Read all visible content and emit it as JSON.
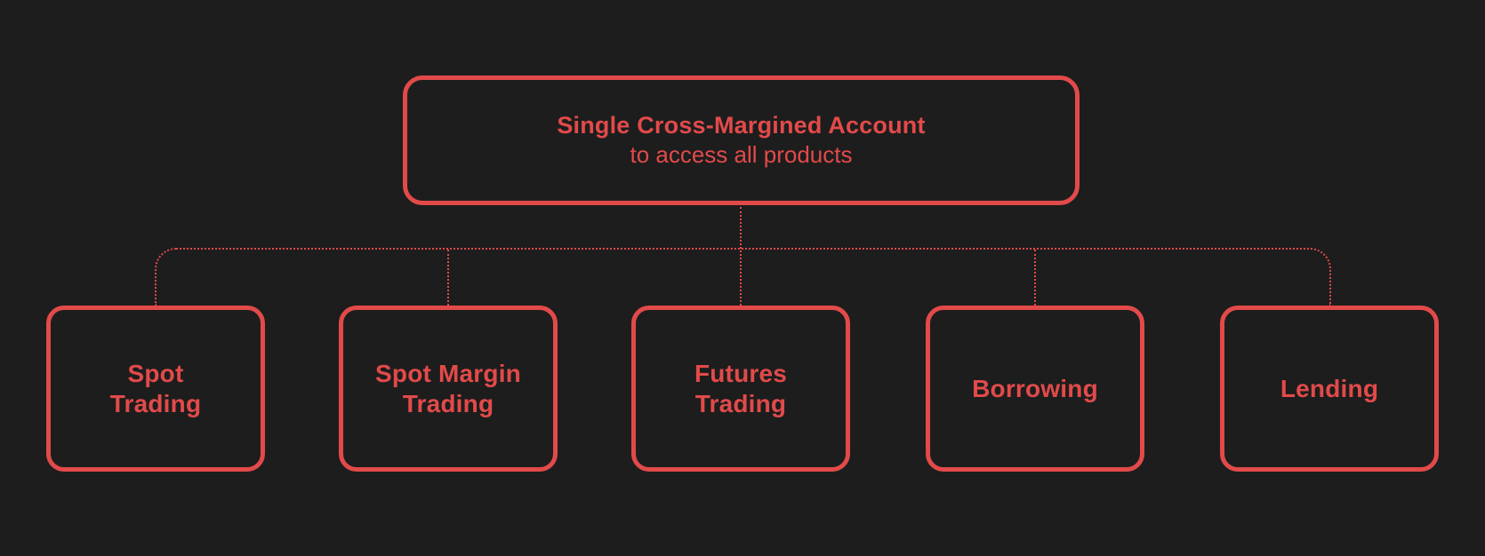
{
  "diagram": {
    "colors": {
      "background": "#1d1d1d",
      "accent": "#e24a4a"
    },
    "root": {
      "title": "Single Cross-Margined Account",
      "subtitle": "to access all products"
    },
    "children": [
      {
        "label": "Spot\nTrading"
      },
      {
        "label": "Spot Margin\nTrading"
      },
      {
        "label": "Futures\nTrading"
      },
      {
        "label": "Borrowing"
      },
      {
        "label": "Lending"
      }
    ]
  }
}
